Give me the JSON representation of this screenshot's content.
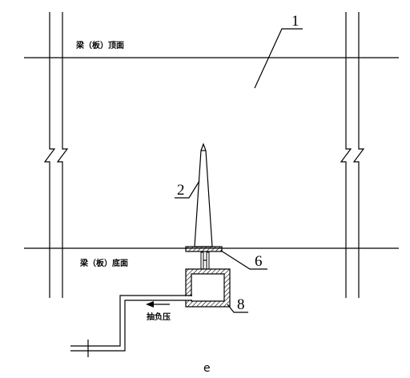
{
  "labels": {
    "part_1": "1",
    "part_2": "2",
    "part_6": "6",
    "part_8": "8",
    "beam_top": "梁（板）顶面",
    "beam_bottom": "梁（板）底面",
    "vacuum": "抽负压",
    "caption": "e"
  }
}
